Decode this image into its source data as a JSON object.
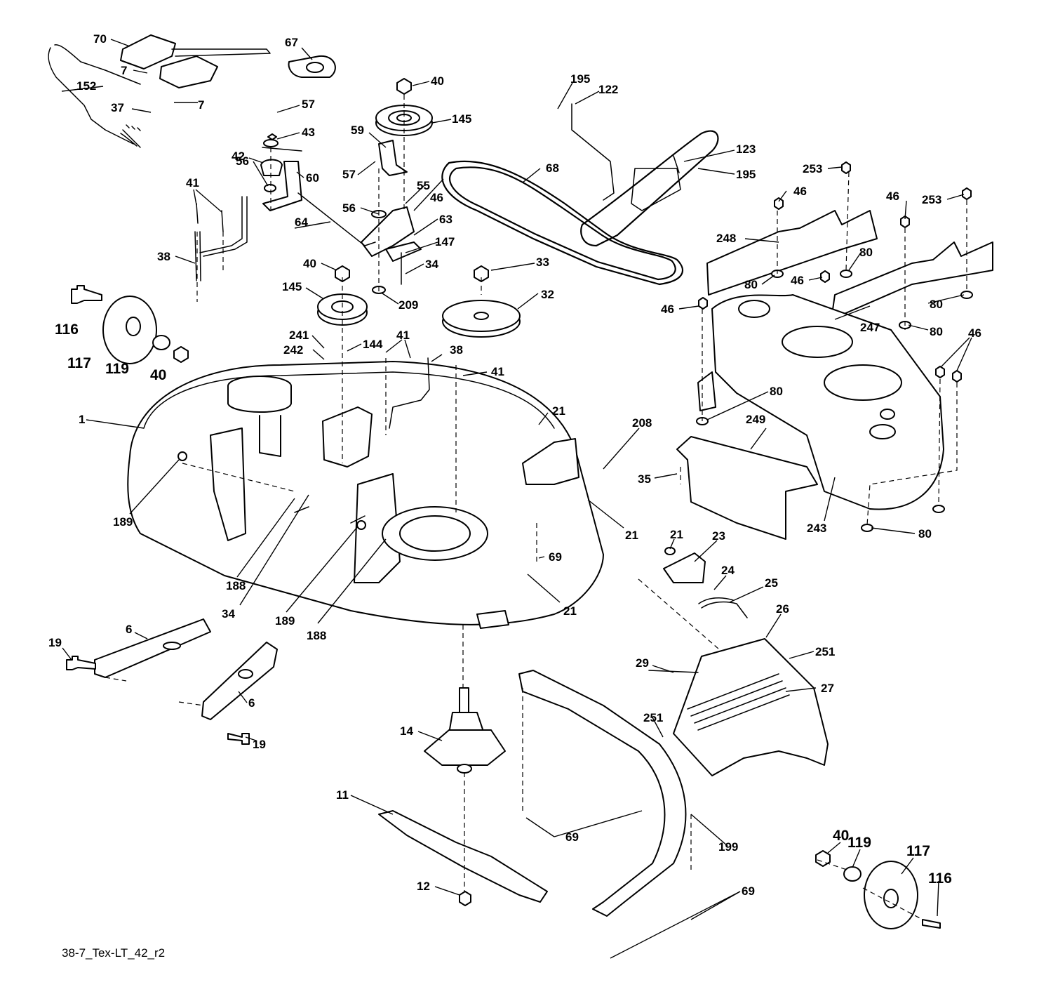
{
  "diagram_code": "38-7_Tex-LT_42_r2",
  "callouts": [
    {
      "id": "c-70",
      "text": "70"
    },
    {
      "id": "c-67",
      "text": "67"
    },
    {
      "id": "c-7a",
      "text": "7"
    },
    {
      "id": "c-7b",
      "text": "7"
    },
    {
      "id": "c-152",
      "text": "152"
    },
    {
      "id": "c-37",
      "text": "37"
    },
    {
      "id": "c-40a",
      "text": "40"
    },
    {
      "id": "c-57a",
      "text": "57"
    },
    {
      "id": "c-43",
      "text": "43"
    },
    {
      "id": "c-145a",
      "text": "145"
    },
    {
      "id": "c-195a",
      "text": "195"
    },
    {
      "id": "c-122",
      "text": "122"
    },
    {
      "id": "c-59",
      "text": "59"
    },
    {
      "id": "c-42",
      "text": "42"
    },
    {
      "id": "c-60",
      "text": "60"
    },
    {
      "id": "c-56a",
      "text": "56"
    },
    {
      "id": "c-41a",
      "text": "41"
    },
    {
      "id": "c-57b",
      "text": "57"
    },
    {
      "id": "c-55",
      "text": "55"
    },
    {
      "id": "c-68",
      "text": "68"
    },
    {
      "id": "c-123",
      "text": "123"
    },
    {
      "id": "c-195b",
      "text": "195"
    },
    {
      "id": "c-253a",
      "text": "253"
    },
    {
      "id": "c-46a",
      "text": "46"
    },
    {
      "id": "c-46b",
      "text": "46"
    },
    {
      "id": "c-253b",
      "text": "253"
    },
    {
      "id": "c-56b",
      "text": "56"
    },
    {
      "id": "c-46c",
      "text": "46"
    },
    {
      "id": "c-64",
      "text": "64"
    },
    {
      "id": "c-63",
      "text": "63"
    },
    {
      "id": "c-248",
      "text": "248"
    },
    {
      "id": "c-147",
      "text": "147"
    },
    {
      "id": "c-38a",
      "text": "38"
    },
    {
      "id": "c-40b",
      "text": "40"
    },
    {
      "id": "c-34a",
      "text": "34"
    },
    {
      "id": "c-33",
      "text": "33"
    },
    {
      "id": "c-80a",
      "text": "80"
    },
    {
      "id": "c-80b",
      "text": "80"
    },
    {
      "id": "c-46d",
      "text": "46"
    },
    {
      "id": "c-145b",
      "text": "145"
    },
    {
      "id": "c-209",
      "text": "209"
    },
    {
      "id": "c-32",
      "text": "32"
    },
    {
      "id": "c-46e",
      "text": "46"
    },
    {
      "id": "c-80c",
      "text": "80"
    },
    {
      "id": "c-247",
      "text": "247"
    },
    {
      "id": "c-80d",
      "text": "80"
    },
    {
      "id": "c-116a",
      "text": "116"
    },
    {
      "id": "c-241",
      "text": "241"
    },
    {
      "id": "c-41b",
      "text": "41"
    },
    {
      "id": "c-242",
      "text": "242"
    },
    {
      "id": "c-144",
      "text": "144"
    },
    {
      "id": "c-46f",
      "text": "46"
    },
    {
      "id": "c-117a",
      "text": "117"
    },
    {
      "id": "c-119a",
      "text": "119"
    },
    {
      "id": "c-40c",
      "text": "40"
    },
    {
      "id": "c-38b",
      "text": "38"
    },
    {
      "id": "c-41c",
      "text": "41"
    },
    {
      "id": "c-80e",
      "text": "80"
    },
    {
      "id": "c-1",
      "text": "1"
    },
    {
      "id": "c-21a",
      "text": "21"
    },
    {
      "id": "c-249",
      "text": "249"
    },
    {
      "id": "c-208",
      "text": "208"
    },
    {
      "id": "c-35",
      "text": "35"
    },
    {
      "id": "c-189a",
      "text": "189"
    },
    {
      "id": "c-21b",
      "text": "21"
    },
    {
      "id": "c-243",
      "text": "243"
    },
    {
      "id": "c-80f",
      "text": "80"
    },
    {
      "id": "c-21c",
      "text": "21"
    },
    {
      "id": "c-23",
      "text": "23"
    },
    {
      "id": "c-69a",
      "text": "69"
    },
    {
      "id": "c-24",
      "text": "24"
    },
    {
      "id": "c-188a",
      "text": "188"
    },
    {
      "id": "c-25",
      "text": "25"
    },
    {
      "id": "c-34b",
      "text": "34"
    },
    {
      "id": "c-189b",
      "text": "189"
    },
    {
      "id": "c-21d",
      "text": "21"
    },
    {
      "id": "c-26",
      "text": "26"
    },
    {
      "id": "c-188b",
      "text": "188"
    },
    {
      "id": "c-6a",
      "text": "6"
    },
    {
      "id": "c-19a",
      "text": "19"
    },
    {
      "id": "c-251a",
      "text": "251"
    },
    {
      "id": "c-29",
      "text": "29"
    },
    {
      "id": "c-27",
      "text": "27"
    },
    {
      "id": "c-6b",
      "text": "6"
    },
    {
      "id": "c-14",
      "text": "14"
    },
    {
      "id": "c-251b",
      "text": "251"
    },
    {
      "id": "c-19b",
      "text": "19"
    },
    {
      "id": "c-11",
      "text": "11"
    },
    {
      "id": "c-69b",
      "text": "69"
    },
    {
      "id": "c-40d",
      "text": "40"
    },
    {
      "id": "c-119b",
      "text": "119"
    },
    {
      "id": "c-199",
      "text": "199"
    },
    {
      "id": "c-117b",
      "text": "117"
    },
    {
      "id": "c-116b",
      "text": "116"
    },
    {
      "id": "c-12",
      "text": "12"
    },
    {
      "id": "c-69c",
      "text": "69"
    }
  ]
}
